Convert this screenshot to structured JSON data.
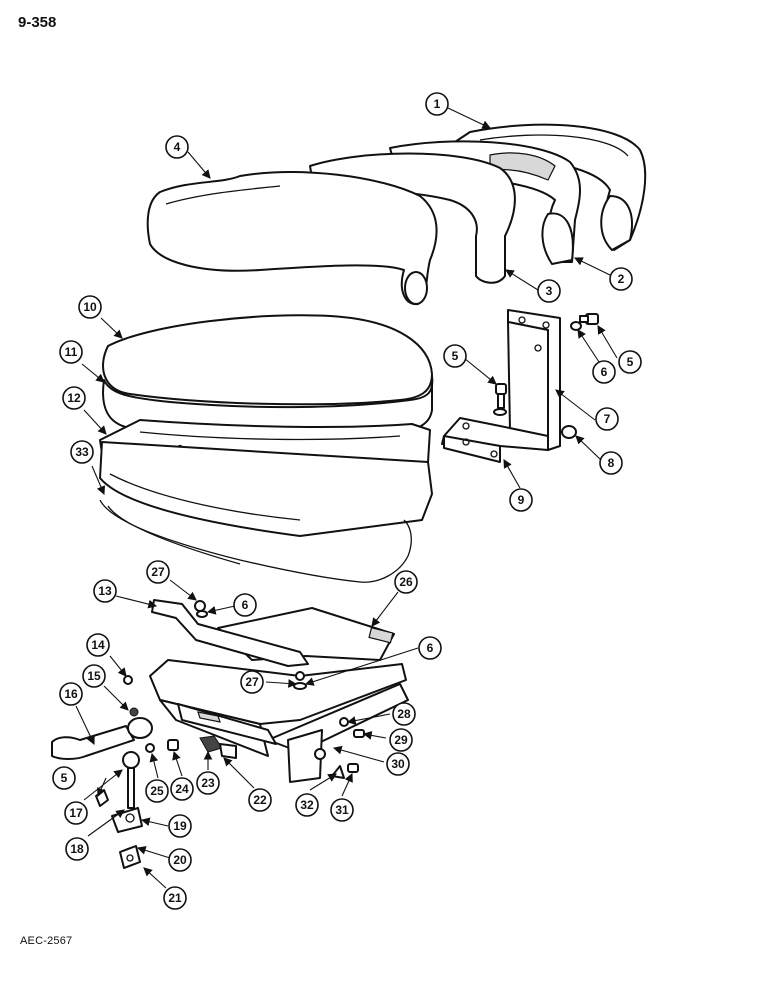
{
  "header": {
    "page_number": "9-358"
  },
  "footer": {
    "drawing_code": "AEC-2567"
  },
  "callouts": [
    "1",
    "2",
    "3",
    "4",
    "5",
    "5",
    "5",
    "6",
    "6",
    "6",
    "7",
    "8",
    "9",
    "10",
    "11",
    "12",
    "13",
    "14",
    "15",
    "16",
    "17",
    "18",
    "19",
    "20",
    "21",
    "22",
    "23",
    "24",
    "25",
    "26",
    "27",
    "27",
    "28",
    "29",
    "30",
    "31",
    "32",
    "33"
  ]
}
